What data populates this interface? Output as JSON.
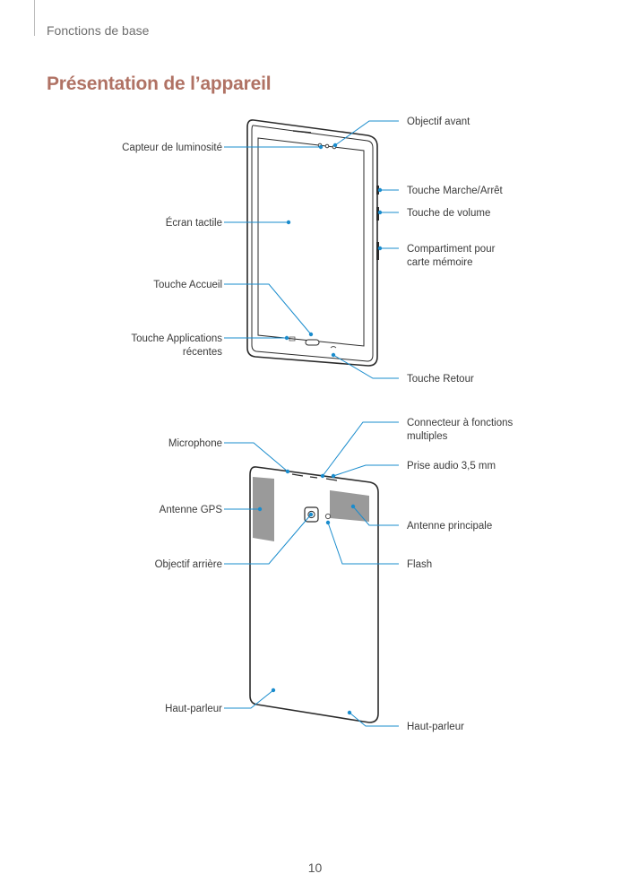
{
  "header": {
    "section": "Fonctions de base",
    "title": "Présentation de l’appareil"
  },
  "front": {
    "capteur": "Capteur de luminosité",
    "ecran": "Écran tactile",
    "accueil": "Touche Accueil",
    "applis_1": "Touche Applications",
    "applis_2": "récentes",
    "objectif_avant": "Objectif avant",
    "marche": "Touche Marche/Arrêt",
    "volume": "Touche de volume",
    "compartiment_1": "Compartiment pour",
    "compartiment_2": "carte mémoire",
    "retour": "Touche Retour"
  },
  "back": {
    "microphone": "Microphone",
    "gps": "Antenne GPS",
    "objectif_arriere": "Objectif arrière",
    "hp_left": "Haut-parleur",
    "connecteur_1": "Connecteur à fonctions",
    "connecteur_2": "multiples",
    "audio": "Prise audio 3,5 mm",
    "antenne": "Antenne principale",
    "flash": "Flash",
    "hp_right": "Haut-parleur"
  },
  "colors": {
    "title": "#b07264",
    "leader": "#1a8ccd"
  },
  "footer": {
    "page_number": "10"
  }
}
